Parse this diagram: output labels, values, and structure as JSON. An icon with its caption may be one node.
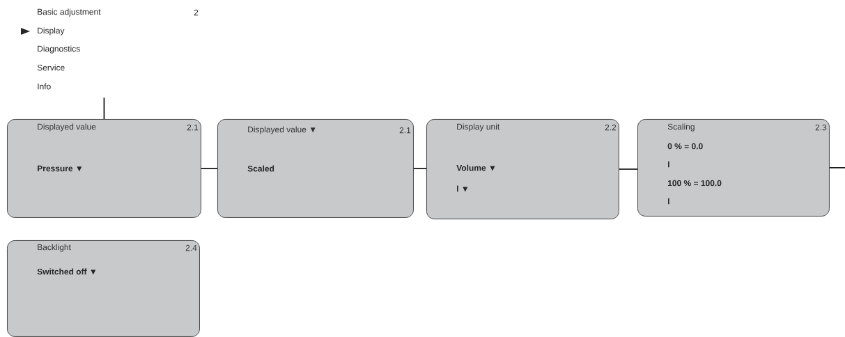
{
  "diagram": {
    "nodes": [
      {
        "text": [
          "Basic adjustment",
          "2",
          "Display",
          "Diagnostics",
          "Service",
          "Info"
        ]
      },
      {
        "text": [
          "Displayed value",
          "2.1",
          "Pressure ▼"
        ]
      },
      {
        "text": [
          "Displayed value ▼",
          "2.1",
          "Scaled"
        ]
      },
      {
        "text": [
          "Display unit",
          "2.2",
          "Volume ▼",
          "l ▼"
        ]
      },
      {
        "text": [
          "Scaling",
          "2.3",
          "0 % = 0.0",
          "l",
          "100 % = 100.0",
          "l"
        ]
      },
      {
        "text": [
          "Backlight",
          "2.4",
          "Switched off ▼"
        ]
      }
    ],
    "edges": [
      {
        "from": 0,
        "to": 1,
        "arrow": "none"
      },
      {
        "from": 1,
        "to": 2,
        "arrow": "none"
      },
      {
        "from": 2,
        "to": 3,
        "arrow": "none"
      },
      {
        "from": 3,
        "to": 4,
        "arrow": "none"
      },
      {
        "from": 4,
        "to": null,
        "arrow": "none"
      }
    ]
  }
}
